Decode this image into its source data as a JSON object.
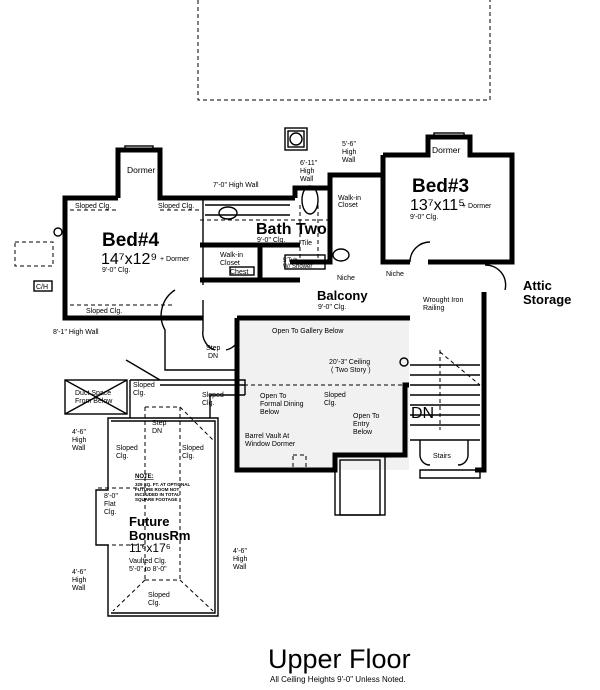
{
  "title": "Upper Floor",
  "subtitle": "All Ceiling Heights 9'-0\" Unless Noted.",
  "rooms": {
    "bed4": {
      "name": "Bed#4",
      "dim": "14⁷x12⁹",
      "extra": "+ Dormer",
      "ceiling": "9'-0\" Clg."
    },
    "bed3": {
      "name": "Bed#3",
      "dim": "13⁷x11⁵",
      "extra": "+ Dormer",
      "ceiling": "9'-0\" Clg."
    },
    "bath_two": {
      "name": "Bath Two",
      "ceiling": "9'-0\" Clg."
    },
    "balcony": {
      "name": "Balcony",
      "ceiling": "9'-0\" Clg."
    },
    "attic": {
      "line1": "Attic",
      "line2": "Storage"
    },
    "bonus": {
      "line1": "Future",
      "line2": "BonusRm",
      "dim": "11⁶x17⁶",
      "ceiling1": "Vaulted Clg.",
      "ceiling2": "5'-0\" to 8'-0\""
    }
  },
  "labels": {
    "dormer": "Dormer",
    "sloped_clg": "Sloped Clg.",
    "sloped": "Sloped",
    "clg": "Clg.",
    "wall_7_0": "7'-0\" High Wall",
    "wall_8_1": "8'-1\" High Wall",
    "wall_6_11": [
      "6'-11\"",
      "High",
      "Wall"
    ],
    "wall_5_6": [
      "5'-6\"",
      "High",
      "Wall"
    ],
    "wall_4_6": [
      "4'-6\"",
      "High",
      "Wall"
    ],
    "walk_in_closet": [
      "Walk-in",
      "Closet"
    ],
    "chest": "Chest",
    "tile": "Tile",
    "tub": [
      "5'Tub",
      "W/ Shower"
    ],
    "niche": "Niche",
    "ch": "C/H",
    "step_dn": [
      "Step",
      "DN"
    ],
    "duct_space": [
      "Duct Space",
      "From Below"
    ],
    "wrought_iron": [
      "Wrought Iron",
      "Railing"
    ],
    "open_gallery": "Open To Gallery Below",
    "ceiling_20_3": [
      "20'-3\" Ceiling",
      "( Two Story )"
    ],
    "open_dining": [
      "Open To",
      "Formal Dining",
      "Below"
    ],
    "open_entry": [
      "Open To",
      "Entry",
      "Below"
    ],
    "barrel_vault": [
      "Barrel Vault At",
      "Window Dormer"
    ],
    "dn": "DN",
    "stairs": "Stairs",
    "flat_clg": [
      "8'-0\"",
      "Flat",
      "Clg."
    ],
    "note_title": "NOTE:",
    "note_lines": [
      "329 SQ. FT. AT OPTIONAL",
      "FUTURE ROOM NOT",
      "INCLUDED IN TOTAL",
      "SQUARE FOOTAGE"
    ]
  }
}
